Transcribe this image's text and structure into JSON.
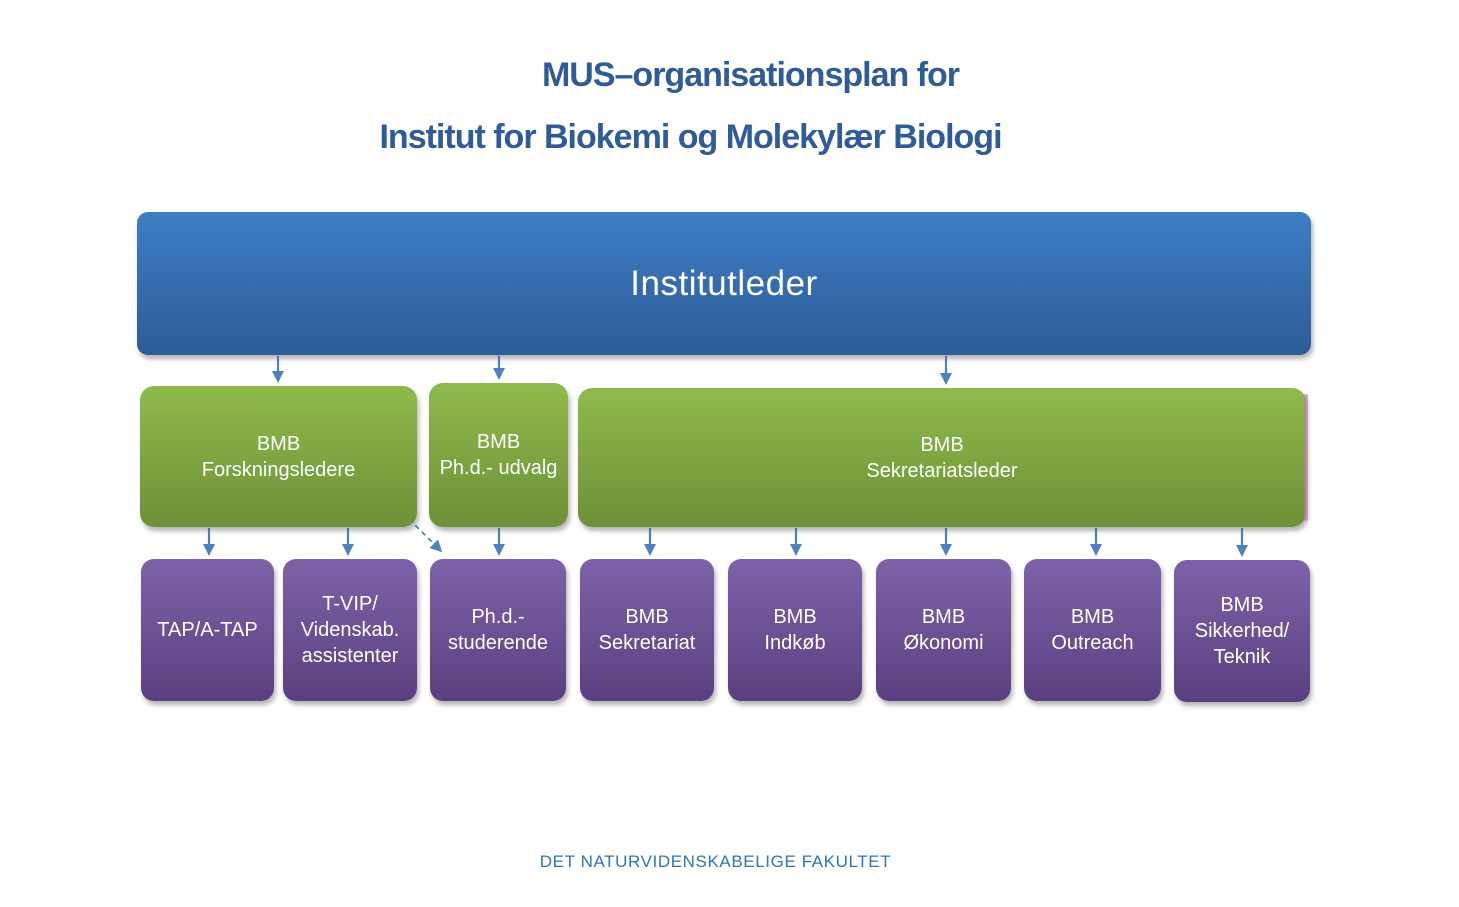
{
  "title": {
    "line1": "MUS–organisationsplan for",
    "line2": "Institut for Biokemi og Molekylær Biologi"
  },
  "root": {
    "label": "Institutleder"
  },
  "level2": [
    {
      "id": "bmb-forskningsledere",
      "lines": [
        "BMB",
        "Forskningsledere"
      ]
    },
    {
      "id": "bmb-phd-udvalg",
      "lines": [
        "BMB",
        "Ph.d.- udvalg"
      ]
    },
    {
      "id": "bmb-sekretariatsleder",
      "lines": [
        "BMB",
        "Sekretariatsleder"
      ]
    }
  ],
  "level3": [
    {
      "id": "tap-a-tap",
      "lines": [
        "TAP/A-TAP"
      ]
    },
    {
      "id": "t-vip-videnskab-assistenter",
      "lines": [
        "T-VIP/",
        "Videnskab.",
        "assistenter"
      ]
    },
    {
      "id": "phd-studerende",
      "lines": [
        "Ph.d.-",
        "studerende"
      ]
    },
    {
      "id": "bmb-sekretariat",
      "lines": [
        "BMB",
        "Sekretariat"
      ]
    },
    {
      "id": "bmb-indkob",
      "lines": [
        "BMB",
        "Indkøb"
      ]
    },
    {
      "id": "bmb-okonomi",
      "lines": [
        "BMB",
        "Økonomi"
      ]
    },
    {
      "id": "bmb-outreach",
      "lines": [
        "BMB",
        "Outreach"
      ]
    },
    {
      "id": "bmb-sikkerhed-teknik",
      "lines": [
        "BMB",
        "Sikkerhed/",
        "Teknik"
      ]
    }
  ],
  "footer": {
    "text": "DET NATURVIDENSKABELIGE FAKULTET"
  },
  "colors": {
    "title_blue": "#2F5B99",
    "footer_blue": "#2E75B5",
    "arrow_blue": "#4F81BD",
    "blue_top": "#3F7DC5",
    "blue_bottom": "#2D5C96",
    "green_top": "#8FBB4C",
    "green_bottom": "#6E9038",
    "purple_top": "#7E62A9",
    "purple_bottom": "#5A4080",
    "pink_edge": "#C077A8"
  }
}
